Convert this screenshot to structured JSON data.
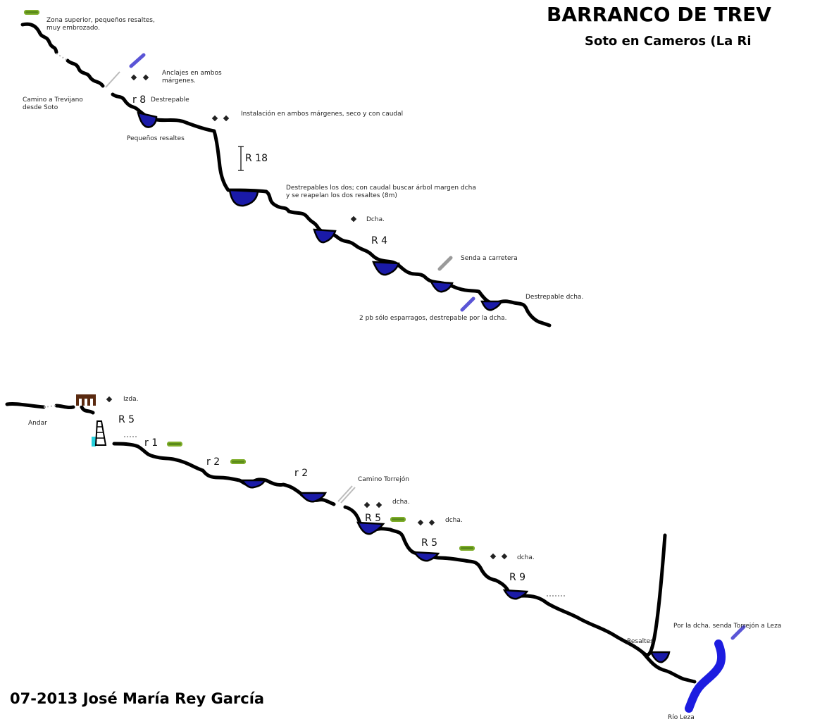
{
  "header": {
    "title": "BARRANCO DE TREV",
    "subtitle": "Soto en Cameros (La Ri"
  },
  "credit": "07-2013 José María Rey García",
  "annotations": {
    "zona_superior": "Zona superior, pequeños resaltes, muy embrozado.",
    "anclajes": "Anclajes en ambos márgenes.",
    "camino_trevijano": "Camino a Trevijano desde Soto",
    "destrepable_1": "Destrepable",
    "pequenos_resaltes": "Pequeños resaltes",
    "instalacion": "Instalación en ambos márgenes, seco y con caudal",
    "destrepables_dos": "Destrepables los dos; con caudal buscar árbol margen dcha y se reapelan los dos resaltes (8m)",
    "dcha_1": "Dcha.",
    "senda_carretera": "Senda a carretera",
    "destrepable_dcha": "Destrepable dcha.",
    "pb_esparragos": "2 pb sólo esparragos, destrepable por la dcha.",
    "izda": "Izda.",
    "andar": "Andar",
    "camino_torrejon": "Camino Torrejón",
    "dcha_2": "dcha.",
    "dcha_3": "dcha.",
    "dcha_4": "dcha.",
    "resaltes": "Resaltes",
    "senda_leza": "Por la dcha. senda Torrejón a Leza",
    "rio_leza": "Río Leza"
  },
  "rappels": {
    "r8": "r 8",
    "r18": "R 18",
    "r4": "R 4",
    "r5a": "R 5",
    "r1": "r 1",
    "r2a": "r 2",
    "r2b": "r 2",
    "r5b": "R 5",
    "r5c": "R 5",
    "r9": "R 9"
  },
  "colors": {
    "riverbed": "#000000",
    "pool": "#1a1aa8",
    "arrow_exit": "#5a55d6",
    "arrow_path": "#9a9a9a",
    "vegetation": "#5a8a1a",
    "river": "#1c1ce0",
    "bridge": "#5a2a10",
    "dam": "#26d0dc"
  },
  "icons": [
    "anchor-icon",
    "exit-arrow-icon",
    "path-arrow-icon",
    "vegetation-icon",
    "bridge-icon",
    "dam-icon"
  ]
}
